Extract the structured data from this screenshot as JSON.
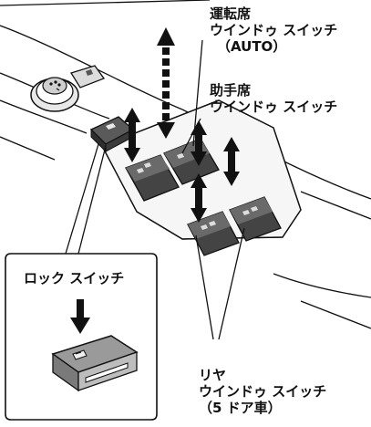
{
  "labels": {
    "driver": {
      "title": "運転席",
      "line2": "ウインドゥ スイッチ",
      "line3": "（AUTO）"
    },
    "passenger": {
      "title": "助手席",
      "line2": "ウインドゥ スイッチ"
    },
    "rear": {
      "title": "リヤ",
      "line2": "ウインドゥ スイッチ",
      "line3": "（5 ドア車）"
    },
    "lock": {
      "title": "ロック スイッチ"
    }
  },
  "icons": [
    "mirror-control-knob",
    "lock-switch",
    "window-switch",
    "up-down-arrow",
    "down-arrow"
  ],
  "colors": {
    "line": "#111111",
    "switch_dark": "#3c3c3c",
    "switch_light": "#e2e2e2",
    "panel": "#f4f4f4"
  }
}
